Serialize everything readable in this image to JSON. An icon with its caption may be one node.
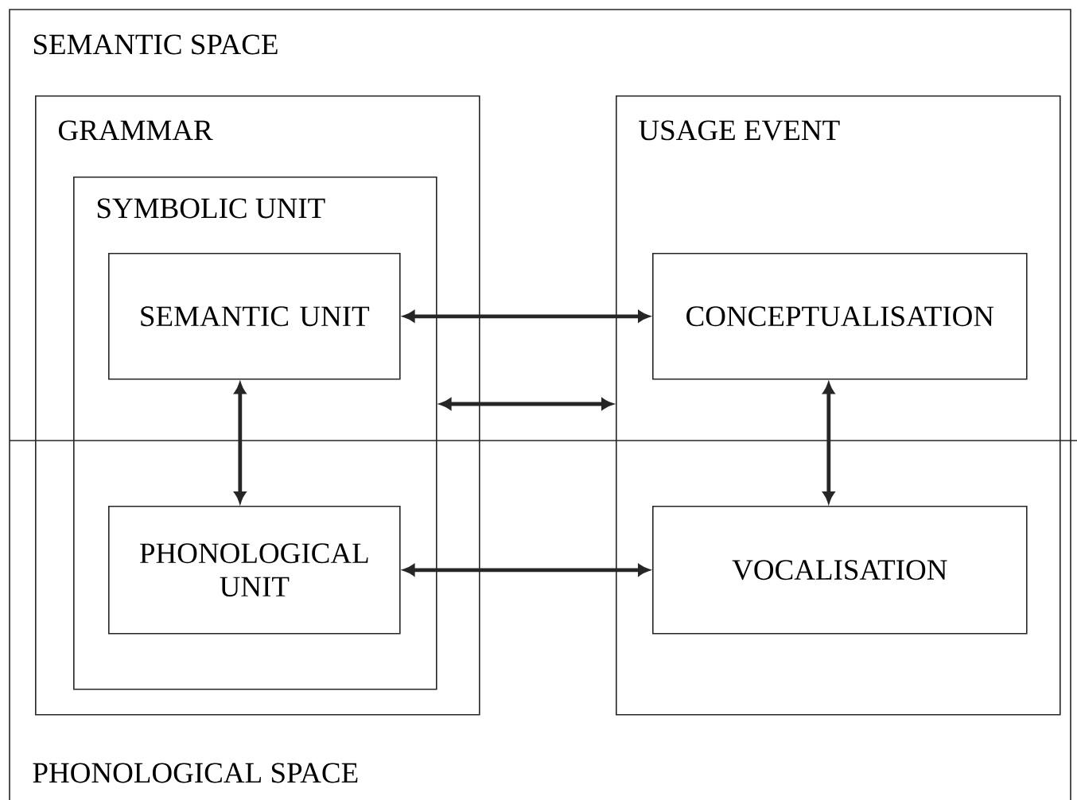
{
  "diagram": {
    "nodes": [
      {
        "text": [
          "GRAMMAR"
        ]
      },
      {
        "text": [
          "SYMBOLIC UNIT"
        ],
        "in": 0
      },
      {
        "text": [
          "SEMANTIC UNIT"
        ],
        "in": 1
      },
      {
        "text": [
          "PHONOLOGICAL UNIT"
        ],
        "in": 1
      },
      {
        "text": [
          "USAGE EVENT"
        ]
      },
      {
        "text": [
          "CONCEPTUALISATION"
        ],
        "in": 4
      },
      {
        "text": [
          "VOCALISATION"
        ],
        "in": 4
      }
    ],
    "edges": [
      {
        "from": 2,
        "to": 5,
        "arrow": "both"
      },
      {
        "from": 1,
        "to": 4,
        "arrow": "both"
      },
      {
        "from": 2,
        "to": 3,
        "arrow": "both"
      },
      {
        "from": 5,
        "to": 6,
        "arrow": "both"
      },
      {
        "from": 3,
        "to": 6,
        "arrow": "both"
      }
    ],
    "labels": [
      "SEMANTIC SPACE",
      "PHONOLOGICAL SPACE"
    ]
  }
}
